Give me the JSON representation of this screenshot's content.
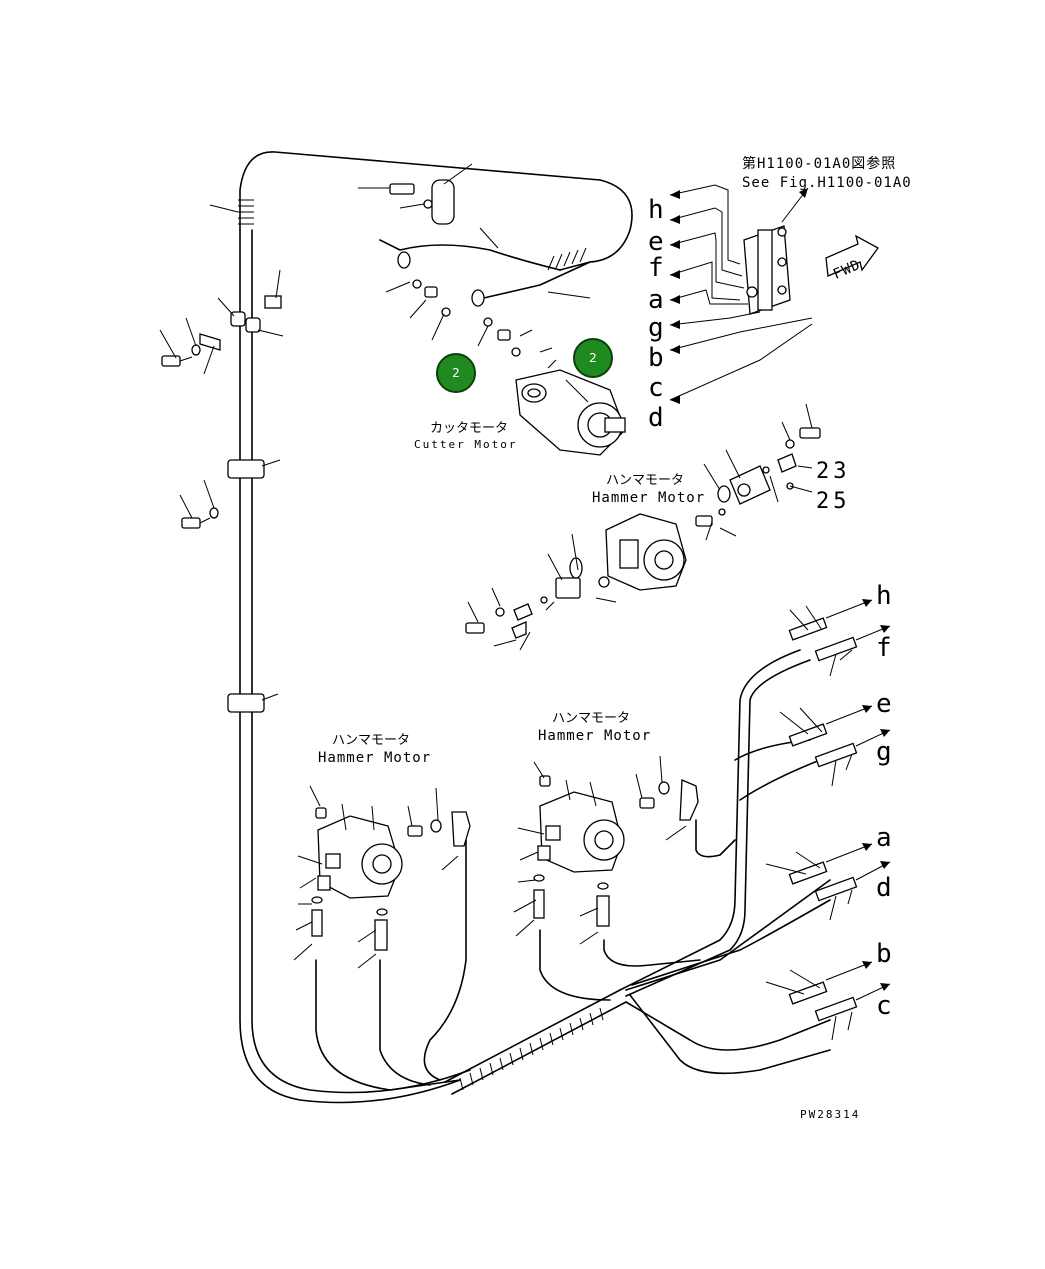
{
  "reference": {
    "ja": "第H1100-01A0図参照",
    "en": "See Fig.H1100-01A0"
  },
  "fwd_label": "FWD",
  "port_letters_right_top": [
    "h",
    "e",
    "f",
    "a",
    "g",
    "b",
    "c",
    "d"
  ],
  "port_letters_right_bottom": [
    "h",
    "f",
    "e",
    "g",
    "a",
    "d",
    "b",
    "c"
  ],
  "part_numbers": [
    "23",
    "25"
  ],
  "cutter_motor": {
    "ja": "カッタモータ",
    "en": "Cutter Motor"
  },
  "hammer_motor_upper": {
    "ja": "ハンマモータ",
    "en": "Hammer Motor"
  },
  "hammer_motor_left": {
    "ja": "ハンマモータ",
    "en": "Hammer Motor"
  },
  "hammer_motor_mid": {
    "ja": "ハンマモータ",
    "en": "Hammer Motor"
  },
  "badges": [
    "2",
    "2"
  ],
  "drawing_code": "PW28314",
  "colors": {
    "badge": "#1f8a1f",
    "line": "#000000"
  }
}
